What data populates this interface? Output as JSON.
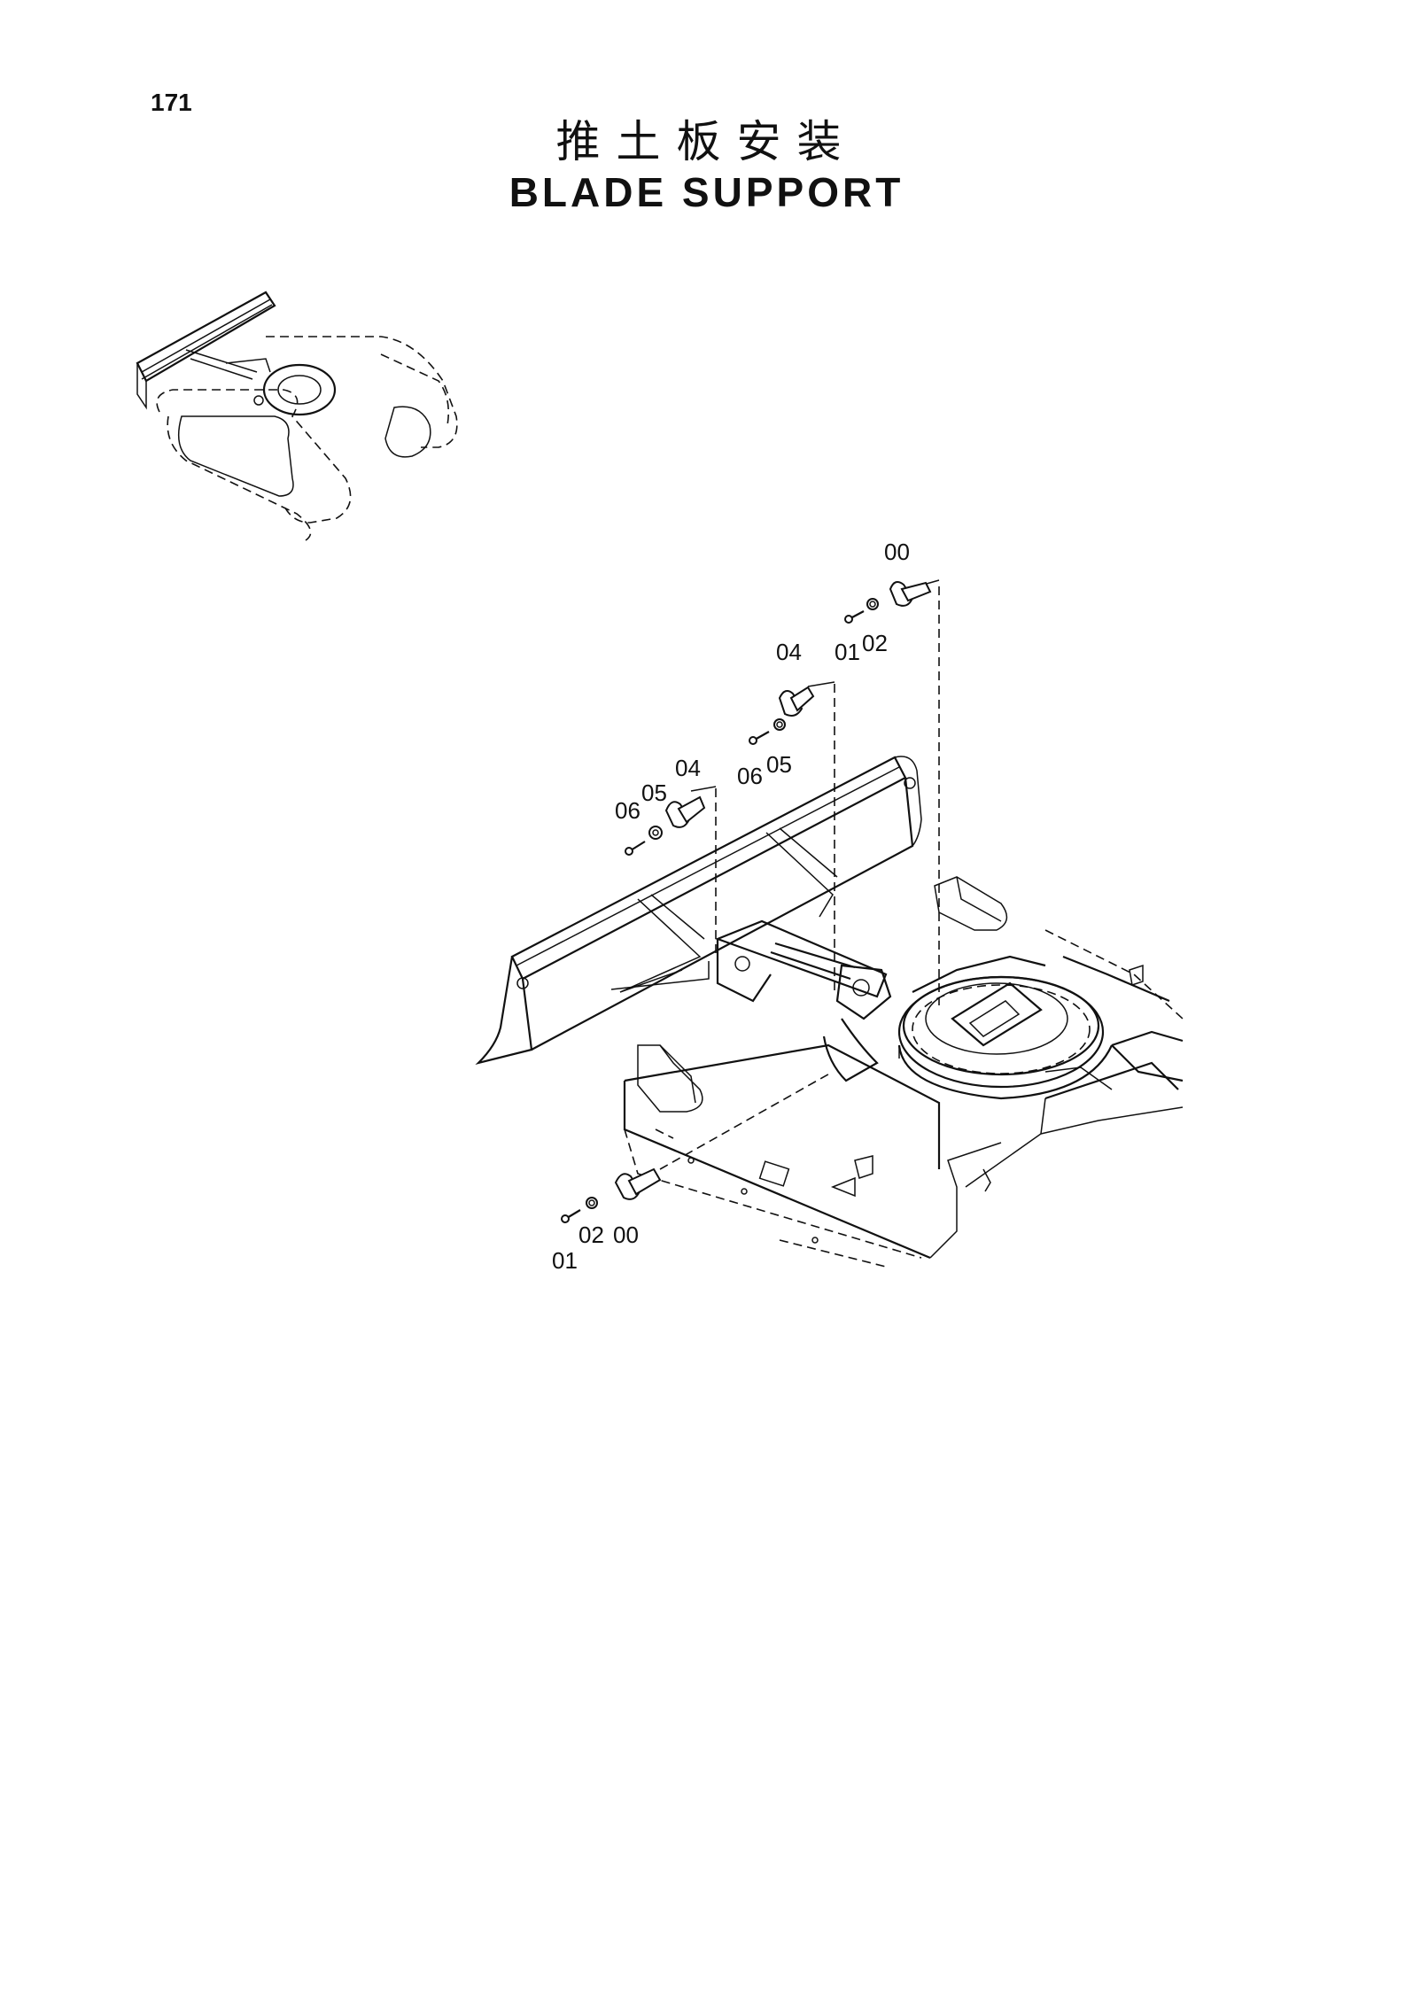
{
  "page": {
    "number": "171",
    "title_cn": "推土板安装",
    "title_en": "BLADE SUPPORT"
  },
  "callouts": {
    "top_pin_00": "00",
    "top_bolt_01": "01",
    "top_washer_02": "02",
    "upper_pin_04": "04",
    "upper_bolt_06": "06",
    "upper_washer_05": "05",
    "left_pin_04": "04",
    "left_washer_05": "05",
    "left_bolt_06": "06",
    "bottom_bolt_01": "01",
    "bottom_washer_02": "02",
    "bottom_pin_00": "00"
  }
}
